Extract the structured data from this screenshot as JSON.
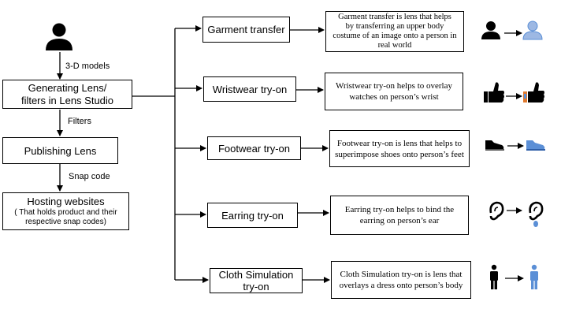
{
  "pipeline": {
    "edge_3d": "3-D models",
    "generate": [
      "Generating Lens/",
      "filters in Lens Studio"
    ],
    "edge_filters": "Filters",
    "publish": "Publishing Lens",
    "edge_snap": "Snap code",
    "hosting_title": "Hosting websites",
    "hosting_sub": [
      "( That holds product and their",
      "respective snap codes)"
    ]
  },
  "features": [
    {
      "name": [
        "Garment transfer"
      ],
      "desc": [
        "Garment transfer is  lens  that helps",
        "by transferring an upper body",
        "costume of an image onto a person in",
        "real world"
      ]
    },
    {
      "name": [
        "Wristwear try-on"
      ],
      "desc": [
        "Wristwear try-on helps to overlay",
        "watches on person’s wrist"
      ]
    },
    {
      "name": [
        "Footwear try-on"
      ],
      "desc": [
        "Footwear try-on is lens that helps to",
        "superimpose shoes onto person’s feet"
      ]
    },
    {
      "name": [
        "Earring try-on"
      ],
      "desc": [
        "Earring try-on helps to bind the",
        "earring on person’s ear"
      ]
    },
    {
      "name": [
        "Cloth Simulation",
        "try-on"
      ],
      "desc": [
        "Cloth Simulation  try-on is lens that",
        "overlays a dress onto person’s body"
      ]
    }
  ],
  "icons": [
    "person-bust-icon",
    "thumbs-up-watch-icon",
    "shoe-icon",
    "ear-earring-icon",
    "standing-person-icon"
  ],
  "colors": {
    "line": "#000000",
    "accent_blue": "#5b8fd6",
    "light_blue": "#9db8e3"
  }
}
